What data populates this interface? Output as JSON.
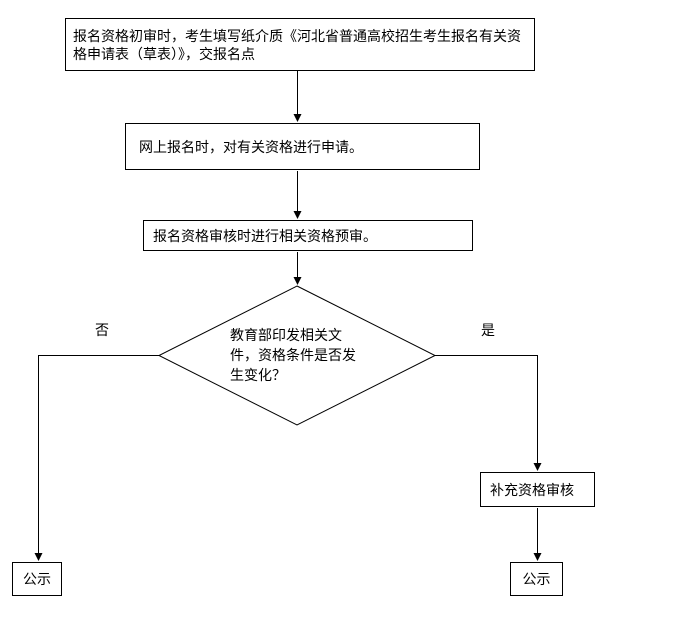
{
  "flowchart": {
    "step1": "报名资格初审时，考生填写纸介质《河北省普通高校招生考生报名有关资格申请表（草表）》，交报名点",
    "step2": "网上报名时，对有关资格进行申请。",
    "step3": "报名资格审核时进行相关资格预审。",
    "decision_lines": {
      "0": "教育部印发相关文",
      "1": "件，资格条件是否发",
      "2": "生变化？"
    },
    "label_no": "否",
    "label_yes": "是",
    "supplement_step": "补充资格审核",
    "publish_left": "公示",
    "publish_right": "公示"
  },
  "colors": {
    "stroke": "#000000",
    "box_fill": "#ffffff",
    "background": "#ffffff"
  }
}
